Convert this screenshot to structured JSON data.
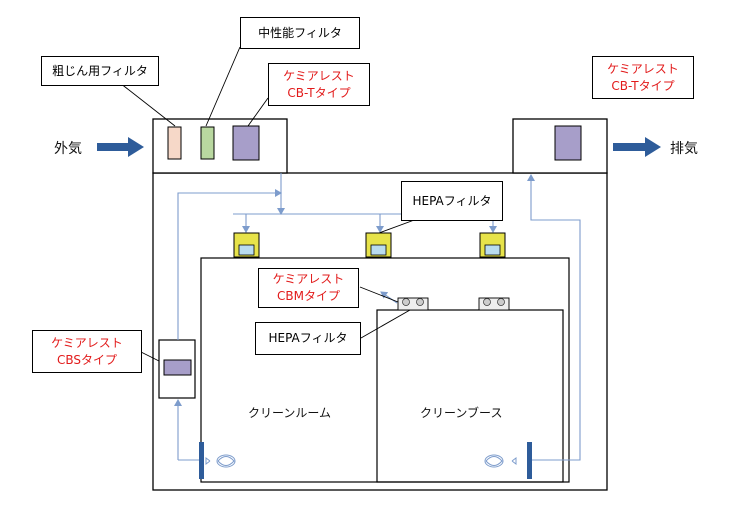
{
  "labels": {
    "outside_air": "外気",
    "exhaust": "排気",
    "coarse_filter": "粗じん用フィルタ",
    "medium_filter": "中性能フィルタ",
    "cbt_left": [
      "ケミアレスト",
      "CB-Tタイプ"
    ],
    "cbt_right": [
      "ケミアレスト",
      "CB-Tタイプ"
    ],
    "hepa_top": "HEPAフィルタ",
    "cbm": [
      "ケミアレスト",
      "CBMタイプ"
    ],
    "hepa_mid": "HEPAフィルタ",
    "cbs": [
      "ケミアレスト",
      "CBSタイプ"
    ],
    "clean_room": "クリーンルーム",
    "clean_booth": "クリーンブース"
  },
  "colors": {
    "red_text": "#e21b1b",
    "arrow_blue": "#2e5c9a",
    "duct_line": "#7d9ccc",
    "coarse_fill": "#f6d8c8",
    "medium_fill": "#b9d8a0",
    "chem_fill": "#a79ec9",
    "hepa_yellow": "#e7e34a",
    "hepa_blue": "#b9dcef"
  }
}
